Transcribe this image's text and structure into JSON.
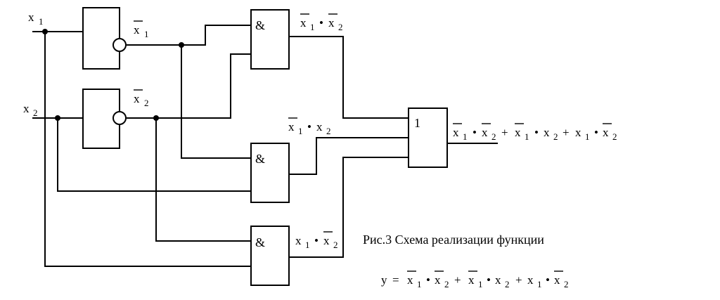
{
  "inputs": {
    "x1": {
      "letter": "x",
      "index": "1"
    },
    "x2": {
      "letter": "x",
      "index": "2"
    }
  },
  "inverters": {
    "inv1_out": {
      "letter": "x",
      "index": "1"
    },
    "inv2_out": {
      "letter": "x",
      "index": "2"
    }
  },
  "gates": {
    "and_symbol": "&",
    "or_symbol": "1"
  },
  "terms": {
    "t1": {
      "a": "x",
      "a_idx": "1",
      "dot": "•",
      "b": "x",
      "b_idx": "2"
    },
    "t2": {
      "a": "x",
      "a_idx": "1",
      "dot": "•",
      "b": "x",
      "b_idx": "2"
    },
    "t3": {
      "a": "x",
      "a_idx": "1",
      "dot": "•",
      "b": "x",
      "b_idx": "2"
    }
  },
  "output": {
    "t1a": "x",
    "t1a_idx": "1",
    "dot1": "•",
    "t1b": "x",
    "t1b_idx": "2",
    "plus1": "+",
    "t2a": "x",
    "t2a_idx": "1",
    "dot2": "•",
    "t2b": "x",
    "t2b_idx": "2",
    "plus2": "+",
    "t3a": "x",
    "t3a_idx": "1",
    "dot3": "•",
    "t3b": "x",
    "t3b_idx": "2"
  },
  "caption": {
    "title": "Рис.3 Схема реализации функции",
    "y": "y",
    "eq": "=",
    "t1a": "x",
    "t1a_idx": "1",
    "dot1": "•",
    "t1b": "x",
    "t1b_idx": "2",
    "plus1": "+",
    "t2a": "x",
    "t2a_idx": "1",
    "dot2": "•",
    "t2b": "x",
    "t2b_idx": "2",
    "plus2": "+",
    "t3a": "x",
    "t3a_idx": "1",
    "dot3": "•",
    "t3b": "x",
    "t3b_idx": "2"
  }
}
